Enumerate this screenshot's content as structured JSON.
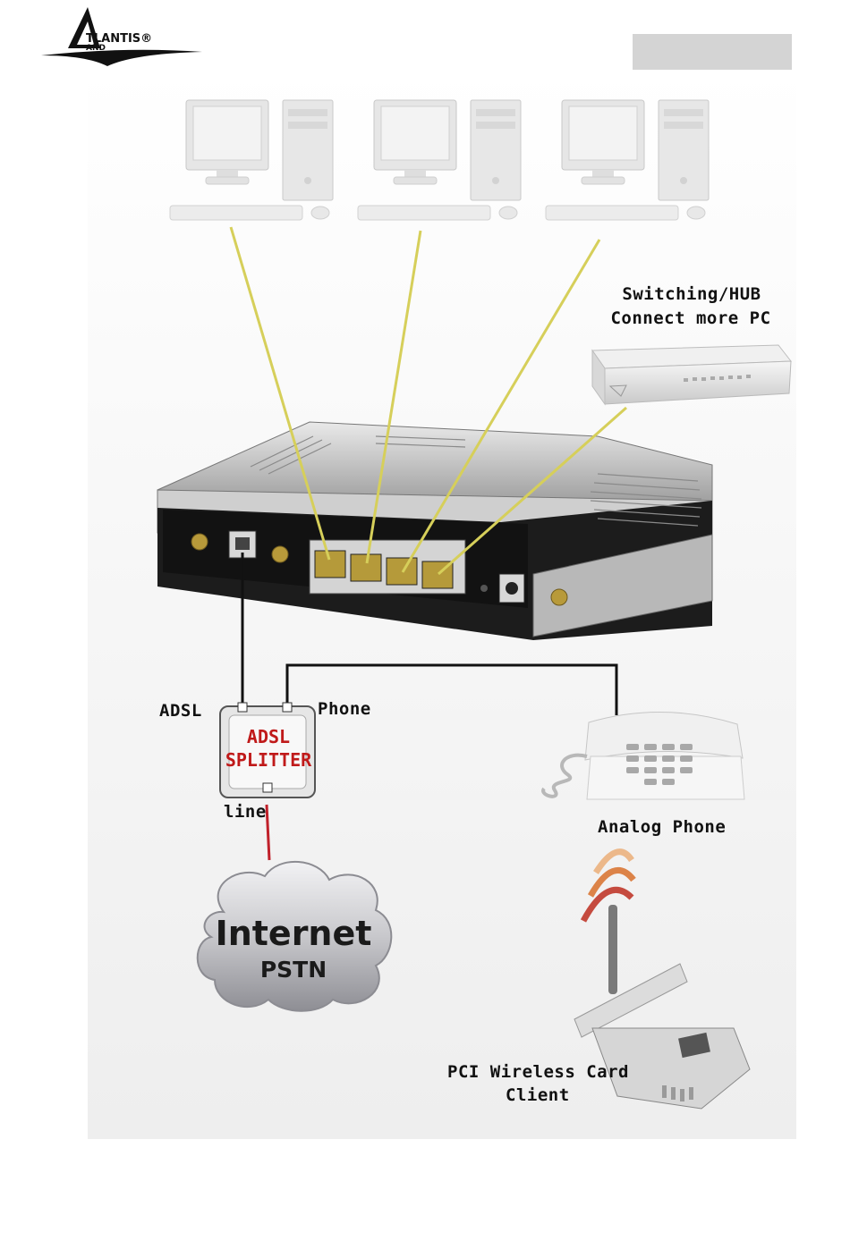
{
  "brand": {
    "logo_word": "TLANTIS®",
    "logo_sub": "AND"
  },
  "labels": {
    "switch_line1": "Switching/HUB",
    "switch_line2": "Connect more PC",
    "adsl": "ADSL",
    "phone": "Phone",
    "line": "line",
    "splitter_line1": "ADSL",
    "splitter_line2": "SPLITTER",
    "cloud_line1": "Internet",
    "cloud_line2": "PSTN",
    "analog_phone": "Analog Phone",
    "pci_line1": "PCI Wireless Card",
    "pci_line2": "Client"
  },
  "icons": [
    "atlantis-logo",
    "desktop-pc-icon",
    "switch-hub-icon",
    "router-icon",
    "splitter-icon",
    "telephone-icon",
    "cloud-icon",
    "wireless-card-icon"
  ],
  "colors": {
    "lan_cable": "#d6cf5a",
    "phone_cable": "#111111",
    "internet_cable": "#c0202a",
    "splitter_text": "#c01a1a",
    "header_box": "#d4d4d4",
    "wireless_waves": "#c0392b"
  }
}
